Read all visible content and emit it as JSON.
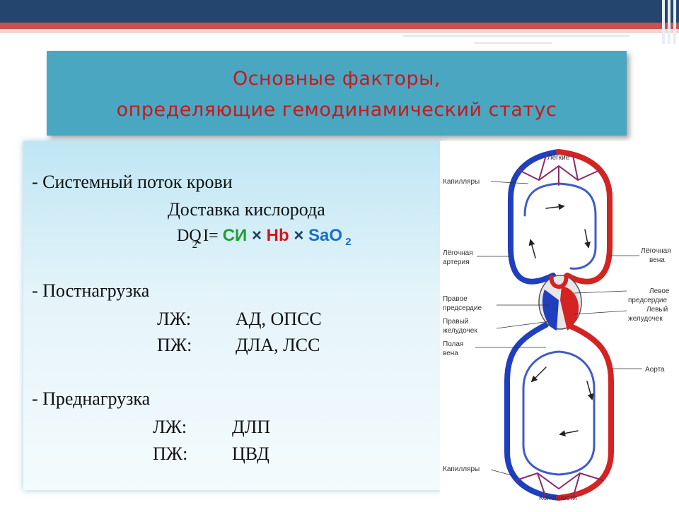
{
  "title": {
    "line1": "Основные факторы,",
    "line2": "определяющие гемодинамический статус"
  },
  "content": {
    "item1": "-  Системный поток крови",
    "item1_sub": "Доставка кислорода",
    "formula": {
      "lhs": "DQ",
      "lhs_sub": "2",
      "lhs_rest": " I= ",
      "t1": "СИ",
      "op1": " × ",
      "t2": "Hb",
      "op2": " × ",
      "t3": "SaO",
      "t3_sub": " 2"
    },
    "item2": "-  Постнагрузка",
    "item2_l1_label": "ЛЖ:",
    "item2_l1_value": "АД, ОПСС",
    "item2_l2_label": "ПЖ:",
    "item2_l2_value": "ДЛА, ЛСС",
    "item3": "-  Преднагрузка",
    "item3_l1_label": "ЛЖ:",
    "item3_l1_value": "ДЛП",
    "item3_l2_label": "ПЖ:",
    "item3_l2_value": "ЦВД"
  },
  "diagram": {
    "lungs": "Лёгкие",
    "capillaries_top": "Капилляры",
    "pulmonary_artery_1": "Лёгочная",
    "pulmonary_artery_2": "артерия",
    "pulmonary_vein_1": "Лёгочная",
    "pulmonary_vein_2": "вена",
    "right_atrium_1": "Правое",
    "right_atrium_2": "предсердие",
    "right_ventricle_1": "Правый",
    "right_ventricle_2": "желудочек",
    "vena_cava_1": "Полая",
    "vena_cava_2": "вена",
    "left_atrium_1": "Левое",
    "left_atrium_2": "предсердие",
    "left_ventricle_1": "Левый",
    "left_ventricle_2": "желудочек",
    "aorta": "Аорта",
    "capillaries_bottom": "Капилляры",
    "limbs": "Конечности"
  },
  "colors": {
    "title_text": "#c41a1a",
    "title_bg": "#4aa7c2",
    "term_si": "#1f9e34",
    "term_hb": "#d4161c",
    "term_sao": "#1a6fc4",
    "artery_red": "#d42323",
    "vein_blue": "#1f3fbf"
  }
}
